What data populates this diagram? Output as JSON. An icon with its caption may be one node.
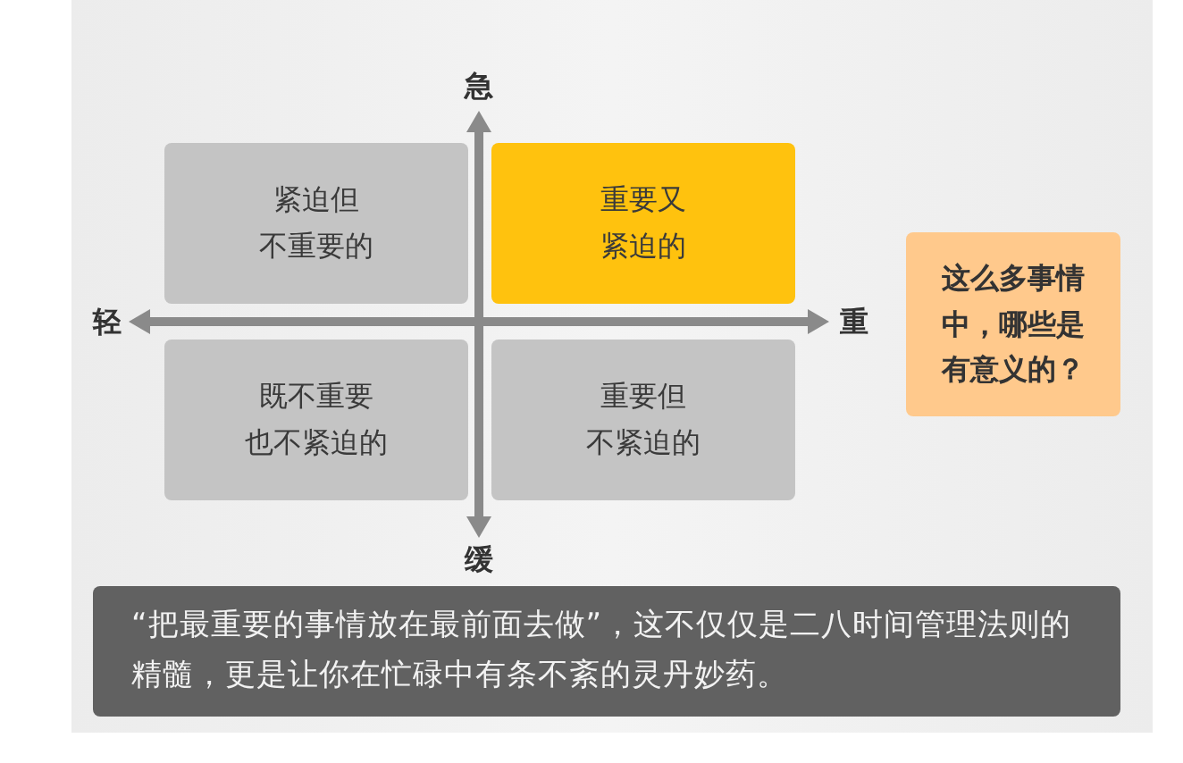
{
  "diagram": {
    "nodes": [
      {
        "text": [
          "紧迫但不重要的"
        ]
      },
      {
        "text": [
          "重要又紧迫的"
        ]
      },
      {
        "text": [
          "既不重要也不紧迫的"
        ]
      },
      {
        "text": [
          "重要但不紧迫的"
        ]
      },
      {
        "text": [
          "这么多事情中，哪些是有意义的？"
        ]
      },
      {
        "text": [
          "“把最重要的事情放在最前面去做”，这不仅仅是二八时间管理法则的精髓，更是让你在忙碌中有条不紊的灵丹妙药。"
        ]
      }
    ],
    "labels": [
      "急",
      "轻",
      "重",
      "缓"
    ]
  }
}
